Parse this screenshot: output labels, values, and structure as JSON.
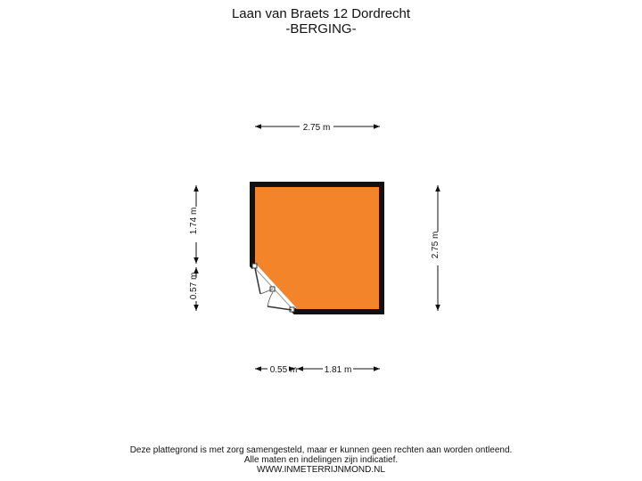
{
  "header": {
    "address": "Laan van Braets 12 Dordrecht",
    "room": "-BERGING-"
  },
  "dimensions": {
    "top_width": "2.75 m",
    "right_height": "2.75 m",
    "left_upper": "1.74 m",
    "left_lower": "0.57 m",
    "bottom_left": "0.55 m",
    "bottom_right": "1.81 m"
  },
  "footer": {
    "line1": "Deze plattegrond is met zorg samengesteld, maar er kunnen geen rechten aan worden ontleend.",
    "line2": "Alle maten en indelingen zijn indicatief.",
    "line3": "WWW.INMETERRIJNMOND.NL"
  },
  "colors": {
    "room_fill": "#f4842a",
    "wall": "#111111"
  }
}
